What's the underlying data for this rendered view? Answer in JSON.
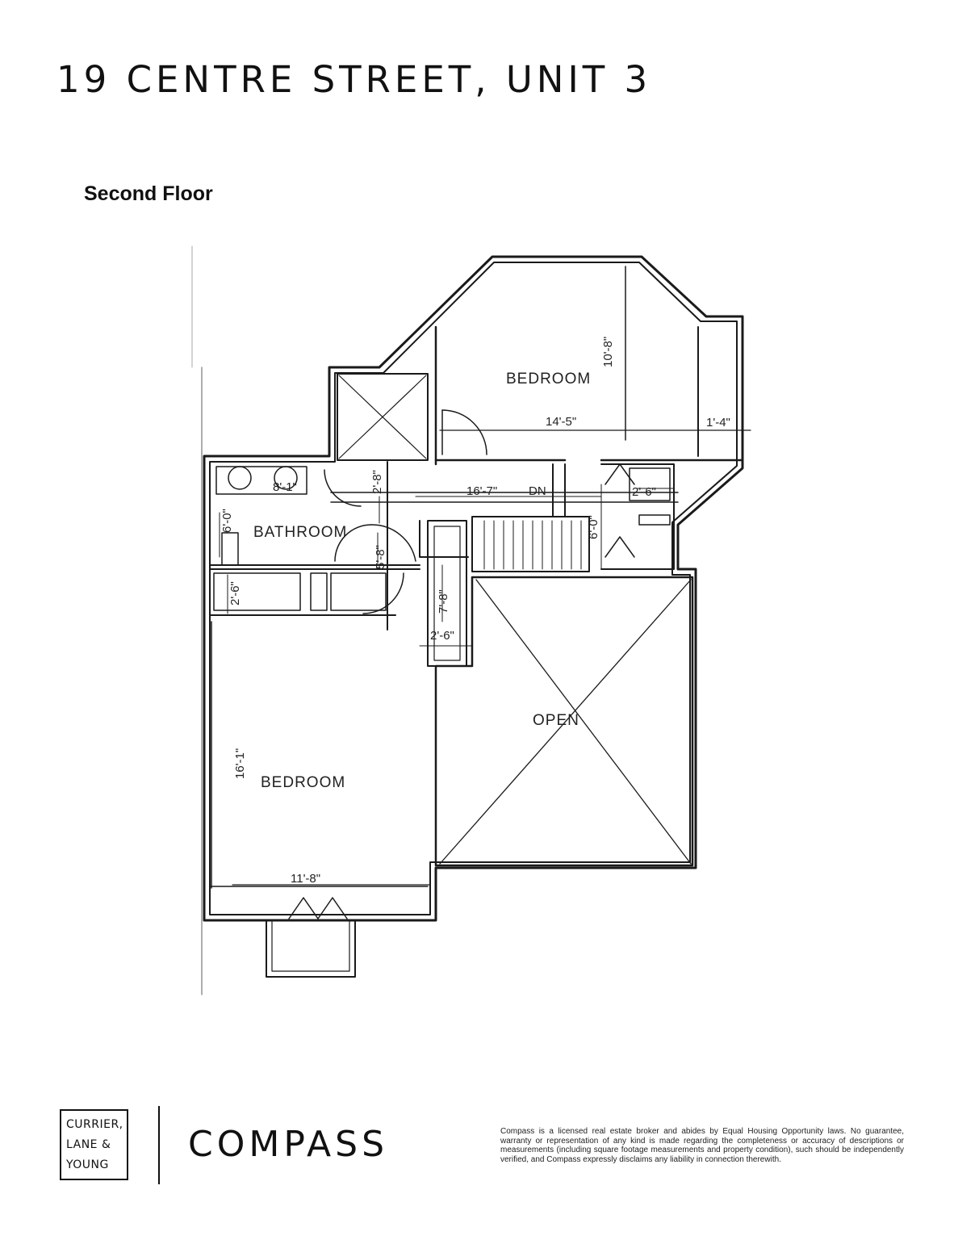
{
  "header": {
    "title": "19 CENTRE STREET, UNIT 3",
    "subtitle": "Second Floor"
  },
  "floor_plan": {
    "rooms": [
      {
        "label": "BEDROOM"
      },
      {
        "label": "BATHROOM"
      },
      {
        "label": "OPEN"
      },
      {
        "label": "BEDROOM"
      }
    ],
    "dimensions": [
      "14'-5\"",
      "10'-8\"",
      "1'-4\"",
      "16'-7\"",
      "DN",
      "2'-6\"",
      "6'-0\"",
      "8'-1\"",
      "2'-8\"",
      "6'-0\"",
      "5'-8\"",
      "2'-6\"",
      "7'-8\"",
      "2'-6\"",
      "16'-1\"",
      "11'-8\""
    ]
  },
  "footer": {
    "brand_lines": [
      "CURRIER,",
      "LANE &",
      "YOUNG"
    ],
    "compass": "COMPASS",
    "disclaimer": "Compass is a licensed real estate broker and abides by Equal Housing Opportunity laws. No guarantee, warranty or representation of any kind is made regarding the completeness or accuracy of descriptions or measurements (including square footage measurements and property condition), such should be independently verified, and Compass expressly disclaims any liability in connection therewith."
  }
}
